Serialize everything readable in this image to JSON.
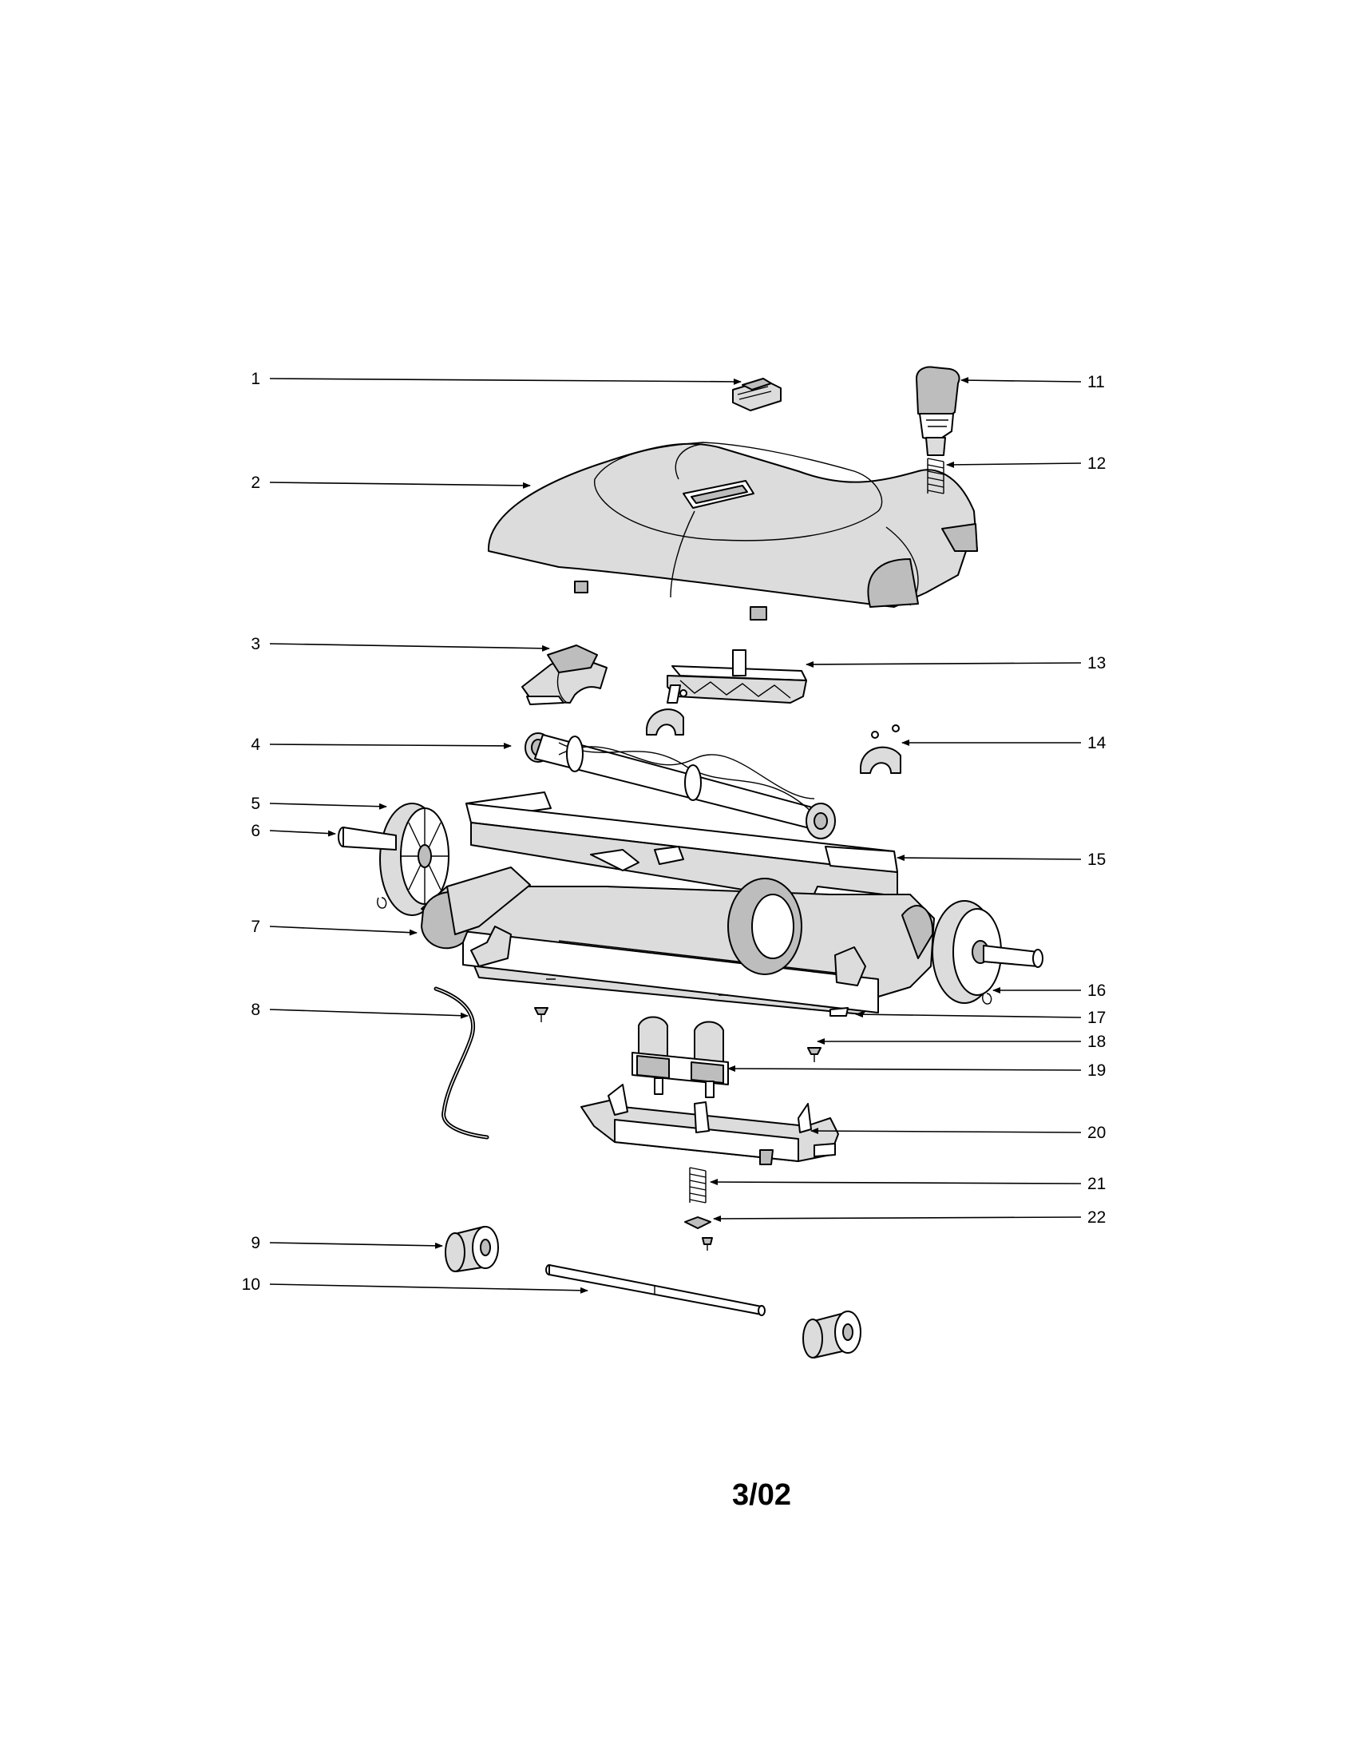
{
  "diagram": {
    "callouts": [
      {
        "number": "1",
        "side": "left"
      },
      {
        "number": "2",
        "side": "left"
      },
      {
        "number": "3",
        "side": "left"
      },
      {
        "number": "4",
        "side": "left"
      },
      {
        "number": "5",
        "side": "left"
      },
      {
        "number": "6",
        "side": "left"
      },
      {
        "number": "7",
        "side": "left"
      },
      {
        "number": "8",
        "side": "left"
      },
      {
        "number": "9",
        "side": "left"
      },
      {
        "number": "10",
        "side": "left"
      },
      {
        "number": "11",
        "side": "right"
      },
      {
        "number": "12",
        "side": "right"
      },
      {
        "number": "13",
        "side": "right"
      },
      {
        "number": "14",
        "side": "right"
      },
      {
        "number": "15",
        "side": "right"
      },
      {
        "number": "16",
        "side": "right"
      },
      {
        "number": "17",
        "side": "right"
      },
      {
        "number": "18",
        "side": "right"
      },
      {
        "number": "19",
        "side": "right"
      },
      {
        "number": "20",
        "side": "right"
      },
      {
        "number": "21",
        "side": "right"
      },
      {
        "number": "22",
        "side": "right"
      }
    ],
    "date_code": "3/02"
  }
}
